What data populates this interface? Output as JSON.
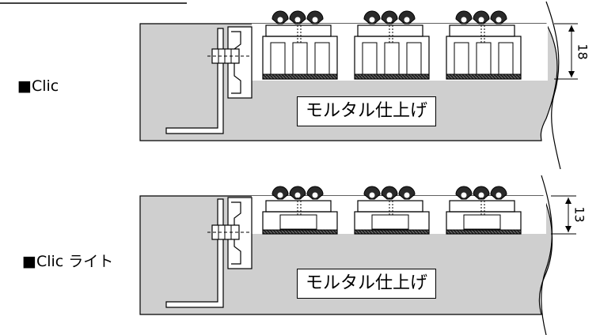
{
  "sections": [
    {
      "label": "■Clic",
      "mortar": "モルタル仕上げ",
      "height_mm": "18"
    },
    {
      "label": "■Clic ライト",
      "mortar": "モルタル仕上げ",
      "height_mm": "13"
    }
  ],
  "colors": {
    "mortar": "#cfcfcf",
    "outline": "#000000",
    "brush": "#2a2a2a"
  }
}
